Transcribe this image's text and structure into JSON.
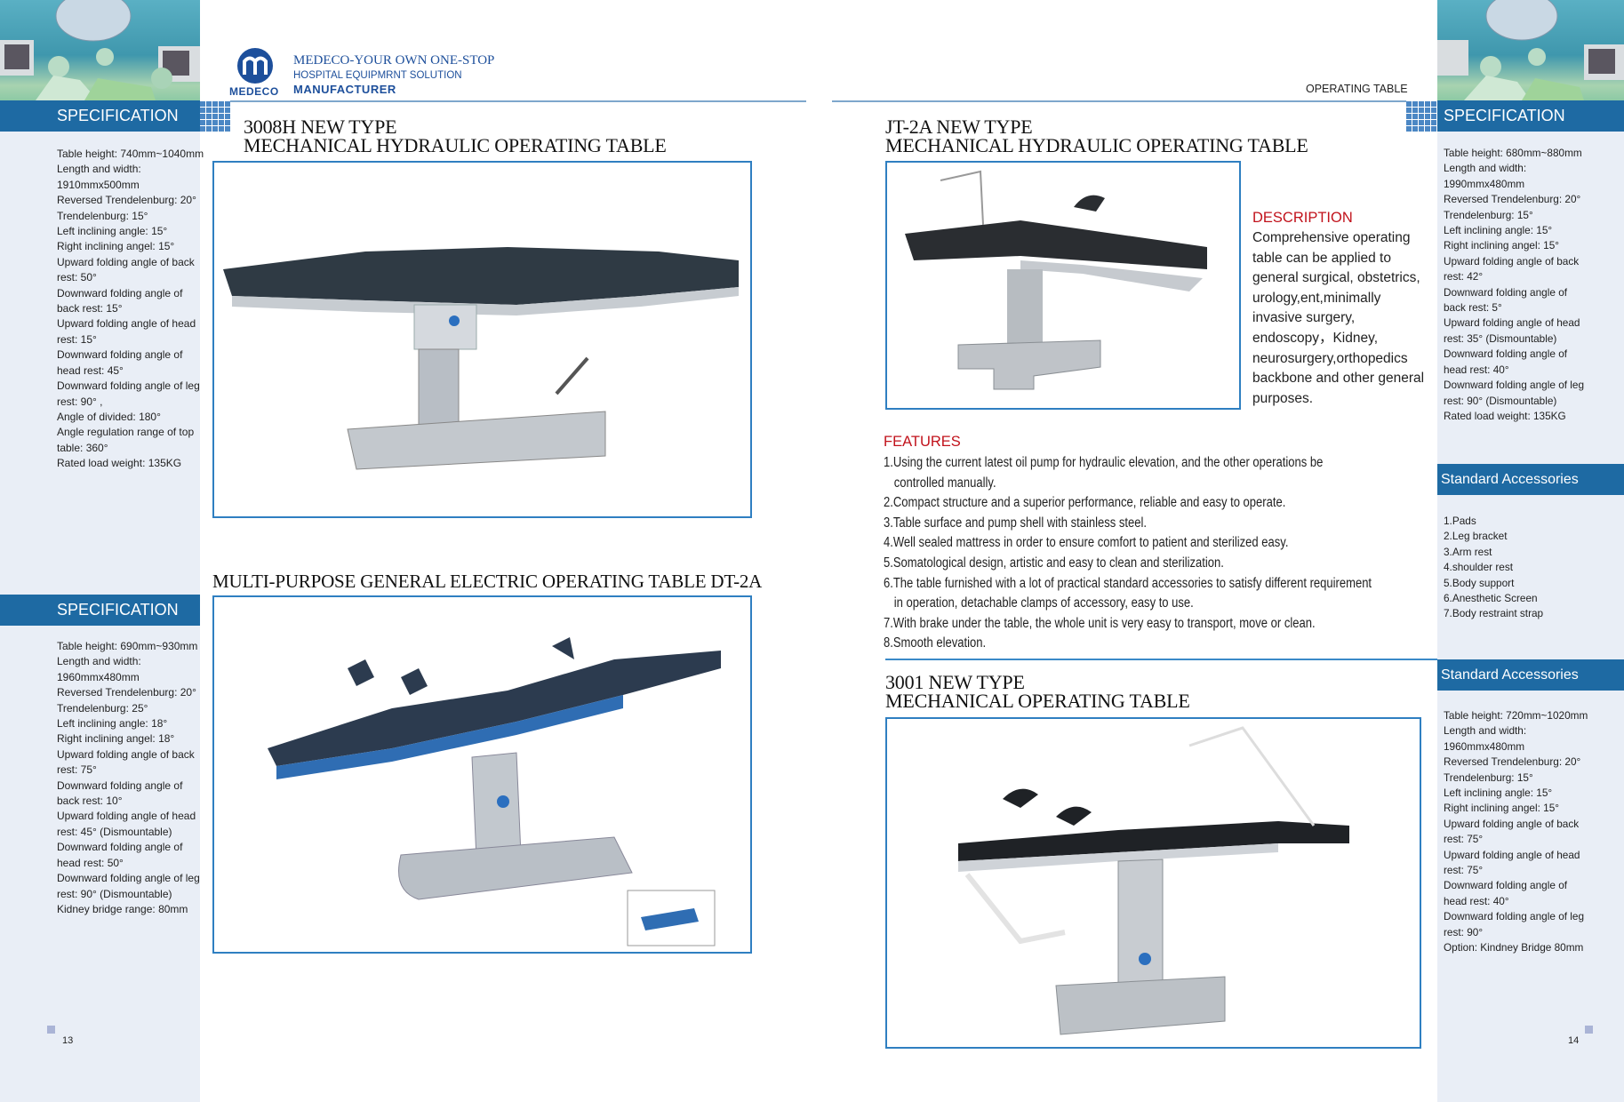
{
  "header": {
    "logo_text": "MEDECO",
    "tagline_1": "MEDECO-YOUR OWN ONE-STOP",
    "tagline_2": "HOSPITAL EQUIPMRNT SOLUTION",
    "tagline_3": "MANUFACTURER",
    "section_label": "OPERATING TABLE"
  },
  "left_sidebar": {
    "spec1_title": "SPECIFICATION",
    "spec1": [
      "Table height: 740mm~1040mm",
      "Length and width:",
      "1910mmx500mm",
      "Reversed Trendelenburg: 20°",
      "Trendelenburg: 15°",
      "Left inclining angle: 15°",
      "Right inclining angel: 15°",
      "Upward folding angle of back",
      "rest: 50°",
      "Downward folding angle of",
      "back rest: 15°",
      "Upward folding angle of head",
      "rest: 15°",
      "Downward folding angle of",
      "head rest: 45°",
      "Downward folding angle of leg",
      "rest: 90° ,",
      "Angle of divided: 180°",
      "Angle regulation range of top",
      "table: 360°",
      "Rated load weight: 135KG"
    ],
    "spec2_title": "SPECIFICATION",
    "spec2": [
      "Table height: 690mm~930mm",
      "Length and width:",
      "1960mmx480mm",
      "Reversed Trendelenburg: 20°",
      "Trendelenburg: 25°",
      "Left inclining angle: 18°",
      "Right inclining angel: 18°",
      "Upward folding angle of back",
      "rest: 75°",
      "Downward folding angle of",
      "back rest: 10°",
      "Upward folding angle of head",
      "rest: 45°  (Dismountable)",
      "Downward folding angle of",
      "head rest: 50°",
      "Downward folding angle of leg",
      "rest: 90°  (Dismountable)",
      "Kidney bridge range: 80mm"
    ],
    "page_number": "13"
  },
  "left_page": {
    "product1_title_1": "3008H NEW TYPE",
    "product1_title_2": "MECHANICAL HYDRAULIC OPERATING TABLE",
    "product2_title": "MULTI-PURPOSE GENERAL ELECTRIC OPERATING TABLE DT-2A"
  },
  "right_page": {
    "product3_title_1": "JT-2A NEW TYPE",
    "product3_title_2": "MECHANICAL HYDRAULIC OPERATING TABLE",
    "description_heading": "DESCRIPTION",
    "description_lines": [
      "Comprehensive operating",
      "table can be applied to",
      "general surgical, obstetrics,",
      "urology,ent,minimally",
      "invasive surgery,",
      "endoscopy，Kidney,",
      "neurosurgery,orthopedics",
      "backbone and other general",
      "purposes."
    ],
    "features_heading": "FEATURES",
    "features": [
      {
        "first": "1.Using the current latest oil pump for hydraulic elevation, and the other operations be",
        "cont": "controlled manually."
      },
      {
        "first": "2.Compact structure and a superior performance, reliable and easy to operate."
      },
      {
        "first": "3.Table surface and pump shell with stainless steel."
      },
      {
        "first": "4.Well sealed mattress in order to ensure comfort to patient and sterilized easy."
      },
      {
        "first": "5.Somatological design, artistic and easy to clean and sterilization."
      },
      {
        "first": "6.The table furnished with a lot of practical standard accessories to satisfy different requirement",
        "cont": "in operation, detachable clamps of accessory, easy to use."
      },
      {
        "first": "7.With brake under the table, the whole unit is very easy to transport, move or clean."
      },
      {
        "first": "8.Smooth elevation."
      }
    ],
    "product4_title_1": "3001 NEW TYPE",
    "product4_title_2": "MECHANICAL OPERATING TABLE"
  },
  "right_sidebar": {
    "spec_title": "SPECIFICATION",
    "spec": [
      "Table height: 680mm~880mm",
      "Length and width:",
      "1990mmx480mm",
      "Reversed Trendelenburg: 20°",
      "Trendelenburg: 15°",
      "Left inclining angle: 15°",
      "Right inclining angel: 15°",
      "Upward folding angle of back",
      "rest: 42°",
      "Downward folding angle of",
      "back rest: 5°",
      "Upward folding angle of head",
      "rest: 35°  (Dismountable)",
      "Downward folding angle of",
      "head rest: 40°",
      "Downward folding angle of leg",
      "rest: 90°  (Dismountable)",
      "Rated load weight: 135KG"
    ],
    "acc_title": "Standard Accessories",
    "accessories": [
      "1.Pads",
      "2.Leg bracket",
      "3.Arm rest",
      "4.shoulder rest",
      "5.Body support",
      "6.Anesthetic Screen",
      "7.Body restraint strap"
    ],
    "acc2_title": "Standard Accessories",
    "spec2": [
      "Table height: 720mm~1020mm",
      "Length and width:",
      "1960mmx480mm",
      "Reversed Trendelenburg: 20°",
      "Trendelenburg: 15°",
      "Left inclining angle: 15°",
      "Right inclining angel: 15°",
      "Upward folding angle of back",
      "rest: 75°",
      "Upward folding angle of head",
      "rest: 75°",
      "Downward folding angle of",
      "head rest: 40°",
      "Downward folding angle of leg",
      "rest: 90°",
      "Option: Kindney Bridge 80mm"
    ],
    "page_number": "14"
  },
  "colors": {
    "band": "#1e6aa3",
    "accent_red": "#c1121b",
    "frame": "#2f7fc1",
    "sidebar_bg": "#e9eef6"
  }
}
